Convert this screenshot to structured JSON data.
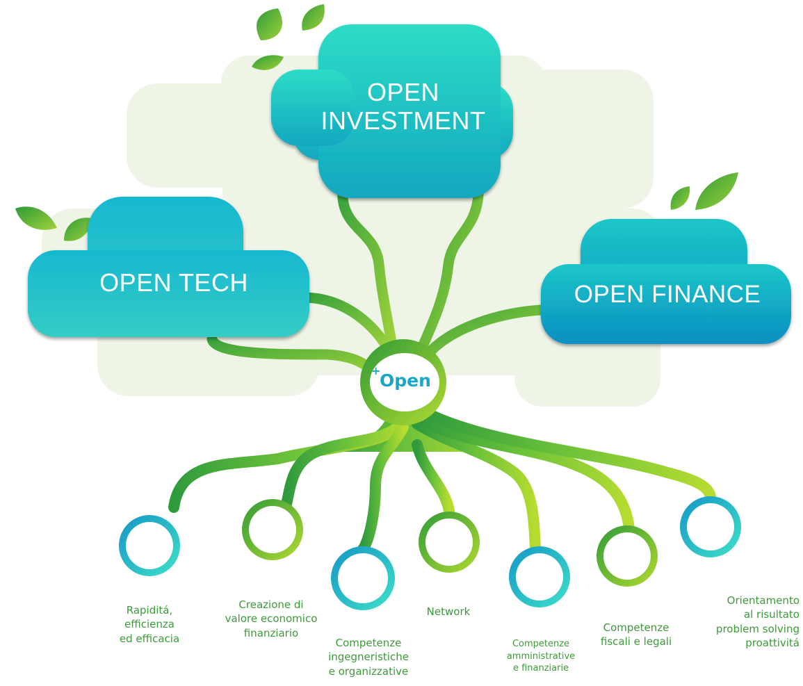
{
  "clouds": {
    "investment": [
      "OPEN",
      "INVESTMENT"
    ],
    "tech": [
      "OPEN TECH"
    ],
    "finance": [
      "OPEN FINANCE"
    ]
  },
  "logo": {
    "plus": "+",
    "text": "Open"
  },
  "roots": [
    {
      "id": "rapidita",
      "lines": [
        "Rapiditá,",
        "efficienza",
        "ed efficacia"
      ]
    },
    {
      "id": "creazione",
      "lines": [
        "Creazione di",
        "valore economico",
        "finanziario"
      ]
    },
    {
      "id": "ingegneristiche",
      "lines": [
        "Competenze",
        "ingegneristiche",
        "e organizzative"
      ]
    },
    {
      "id": "network",
      "lines": [
        "Network"
      ]
    },
    {
      "id": "amministrative",
      "lines": [
        "Competenze",
        "amministrative",
        "e finanziarie"
      ]
    },
    {
      "id": "fiscali",
      "lines": [
        "Competenze",
        "fiscali e legali"
      ]
    },
    {
      "id": "orientamento",
      "lines": [
        "Orientamento",
        "al risultato",
        "problem solving",
        "proattivitá"
      ]
    }
  ],
  "colors": {
    "teal_light": "#2ed8c4",
    "teal_dark": "#0e9ec0",
    "green_dark": "#3a9e3a",
    "green_light": "#a6d832",
    "background_tree": "#eef4e6",
    "label_green": "#3c9a3a"
  }
}
